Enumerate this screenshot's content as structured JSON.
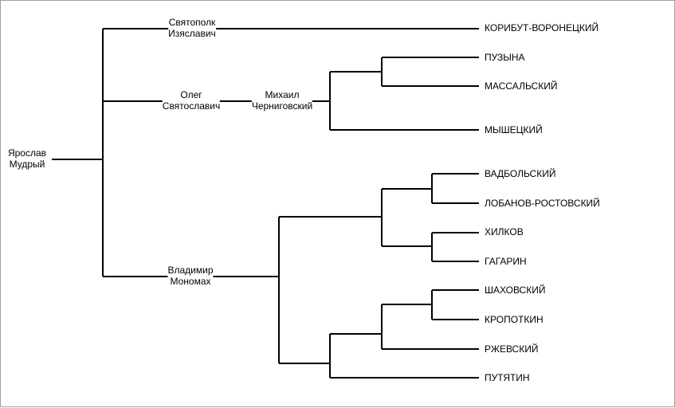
{
  "tree": {
    "root": {
      "line1": "Ярослав",
      "line2": "Мудрый"
    },
    "sons": [
      {
        "line1": "Святополк",
        "line2": "Изяславич"
      },
      {
        "line1": "Олег",
        "line2": "Святославич"
      },
      {
        "line1": "Владимир",
        "line2": "Мономах"
      }
    ],
    "grandson": {
      "line1": "Михаил",
      "line2": "Черниговский"
    },
    "families": [
      "КОРИБУТ-ВОРОНЕЦКИЙ",
      "ПУЗЫНА",
      "МАССАЛЬСКИЙ",
      "МЫШЕЦКИЙ",
      "ВАДБОЛЬСКИЙ",
      "ЛОБАНОВ-РОСТОВСКИЙ",
      "ХИЛКОВ",
      "ГАГАРИН",
      "ШАХОВСКИЙ",
      "КРОПОТКИН",
      "РЖЕВСКИЙ",
      "ПУТЯТИН"
    ]
  }
}
